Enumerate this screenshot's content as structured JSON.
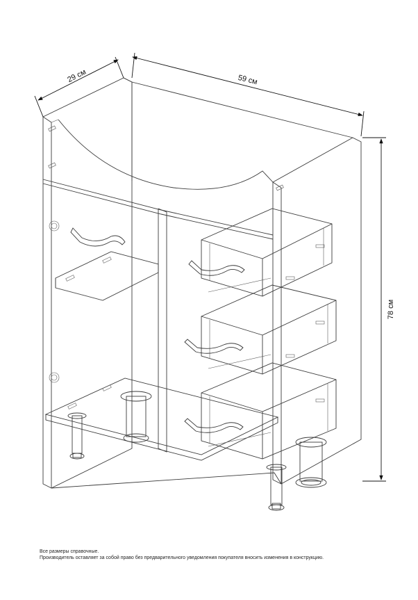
{
  "dimensions": {
    "depth": "29 см",
    "width": "59 см",
    "height": "78 см"
  },
  "notes": {
    "line1": "Все размеры справочные.",
    "line2": "Производитель оставляет за собой право без предварительного уведомления покупателя вносить изменения в конструкцию."
  }
}
